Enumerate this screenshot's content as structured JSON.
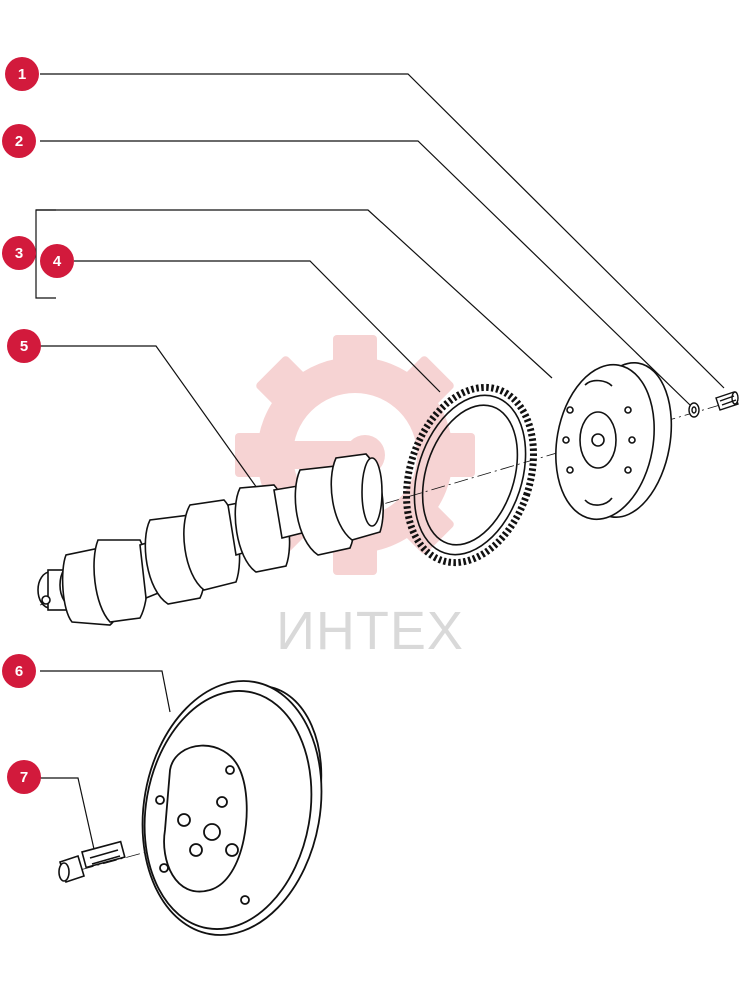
{
  "watermark": {
    "text": "ИНТЕХ",
    "logo_color": "#f6d3d3",
    "text_color": "#d9d9d9"
  },
  "callout_color": "#d21a3c",
  "callouts": [
    {
      "label": "1"
    },
    {
      "label": "2"
    },
    {
      "label": "3"
    },
    {
      "label": "4"
    },
    {
      "label": "5"
    },
    {
      "label": "6"
    },
    {
      "label": "7"
    }
  ],
  "parts": [
    "crankshaft-drawing",
    "ring-gear-drawing",
    "flywheel-drawing",
    "washer-drawing",
    "flywheel-bolt-drawing",
    "pulley-damper-drawing",
    "pulley-bolt-drawing"
  ]
}
